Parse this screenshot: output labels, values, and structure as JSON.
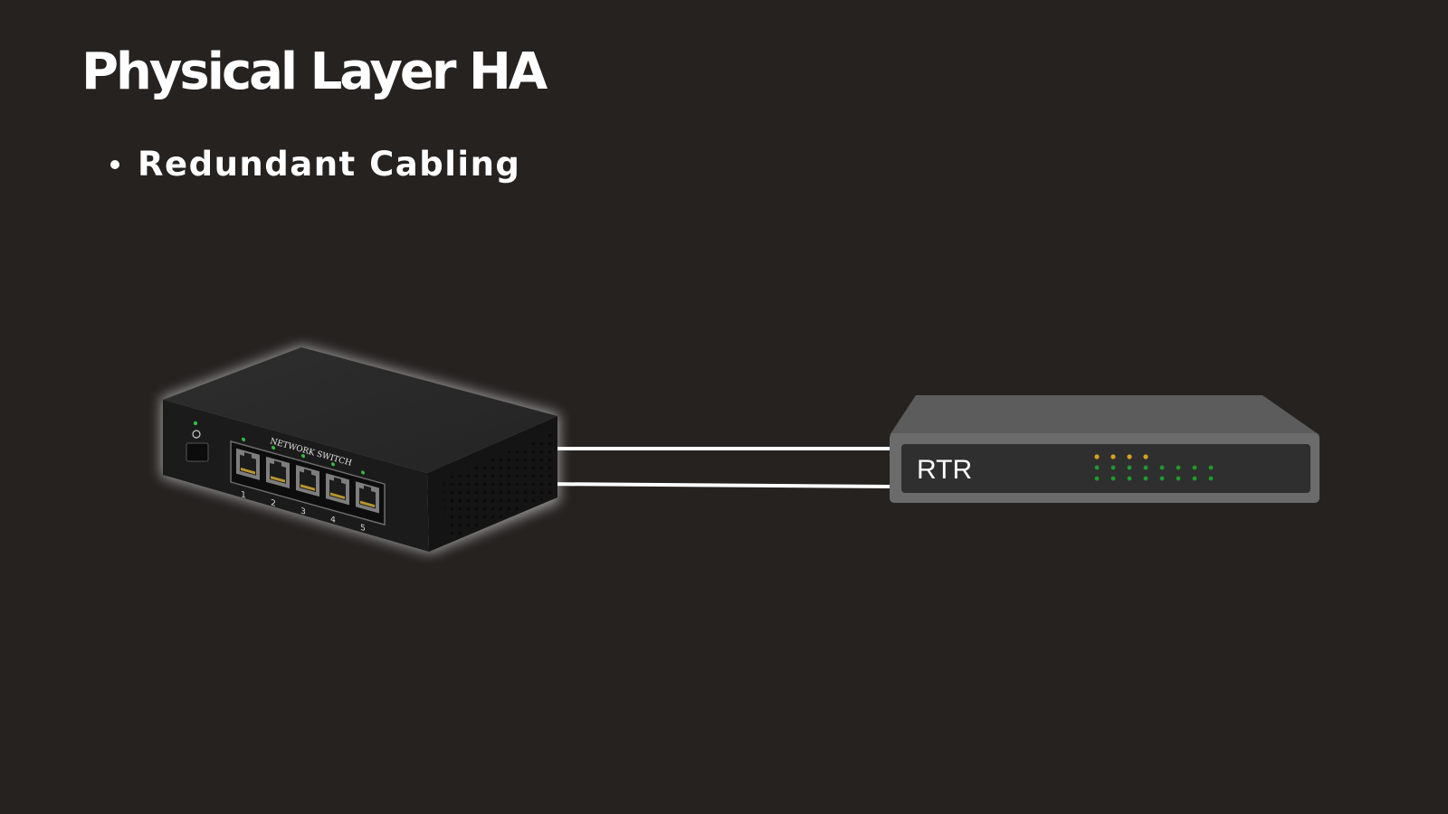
{
  "slide": {
    "title": "Physical Layer HA",
    "bullets": [
      "Redundant Cabling"
    ]
  },
  "switch": {
    "label": "NETWORK SWITCH",
    "port_numbers": [
      "1",
      "2",
      "3",
      "4",
      "5"
    ]
  },
  "router": {
    "label": "RTR"
  },
  "cables": {
    "count": 2,
    "color": "#ffffff"
  },
  "colors": {
    "background": "#252220",
    "text": "#ffffff",
    "router_chassis": "#6b6b6b",
    "router_panel": "#2f2f2f",
    "led_amber": "#d4a21c",
    "led_green": "#1f9a2c"
  }
}
